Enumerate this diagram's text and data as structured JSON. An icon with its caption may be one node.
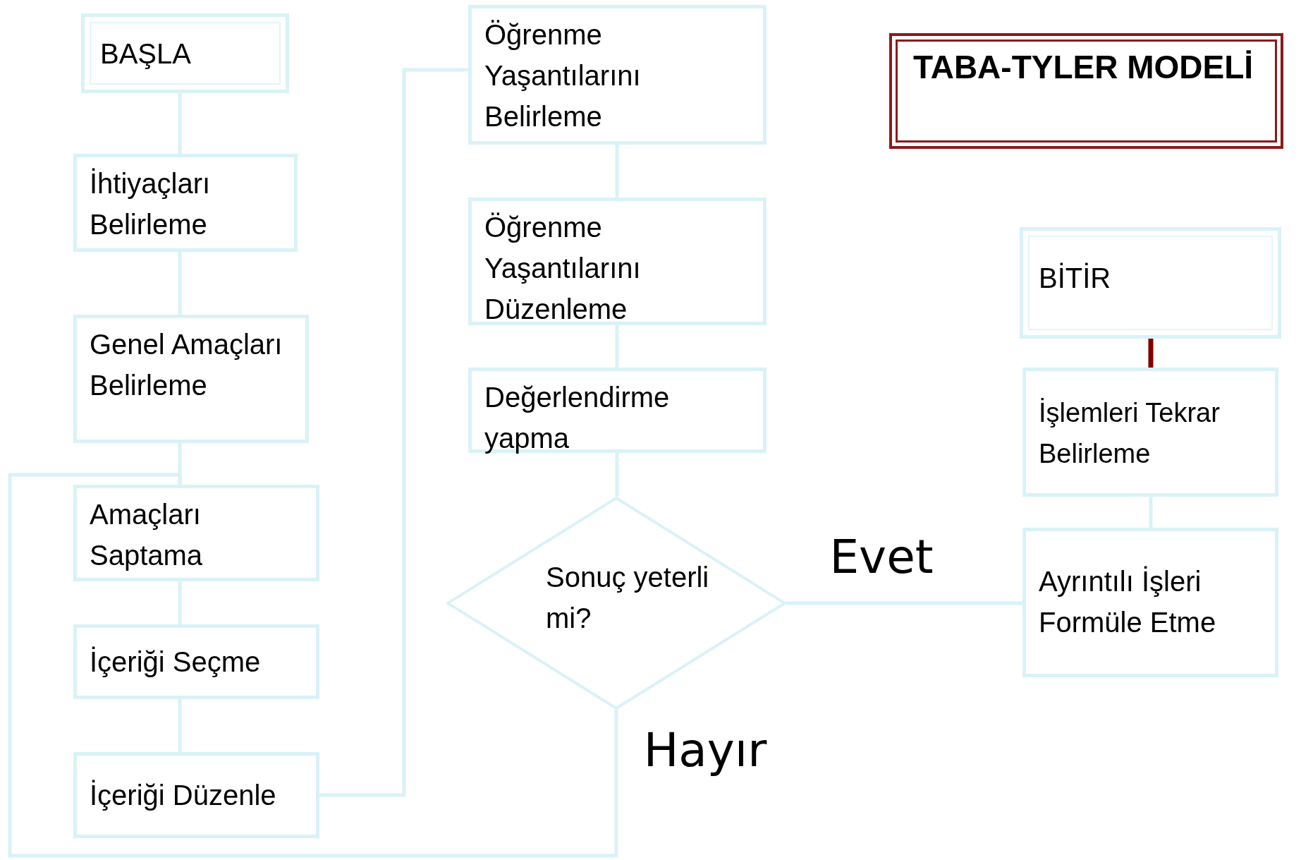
{
  "diagram": {
    "title": "TABA-TYLER MODELİ",
    "nodes": [
      {
        "text": [
          "BAŞLA"
        ]
      },
      {
        "text": [
          "İhtiyaçları Belirleme"
        ]
      },
      {
        "text": [
          "Genel Amaçları Belirleme"
        ]
      },
      {
        "text": [
          "Amaçları Saptama"
        ]
      },
      {
        "text": [
          "İçeriği Seçme"
        ]
      },
      {
        "text": [
          "İçeriği Düzenle"
        ]
      },
      {
        "text": [
          "Öğrenme Yaşantılarını Belirleme"
        ]
      },
      {
        "text": [
          "Öğrenme Yaşantılarını Düzenleme"
        ]
      },
      {
        "text": [
          "Değerlendirme yapma"
        ]
      },
      {
        "text": [
          "Sonuç yeterli mi?"
        ]
      },
      {
        "text": [
          "Ayrıntılı İşleri Formüle Etme"
        ]
      },
      {
        "text": [
          "İşlemleri Tekrar Belirleme"
        ]
      },
      {
        "text": [
          "BİTİR"
        ]
      }
    ],
    "edges": [
      {
        "from": 0,
        "to": 1,
        "arrow": "none"
      },
      {
        "from": 1,
        "to": 2,
        "arrow": "none"
      },
      {
        "from": 2,
        "to": 3,
        "arrow": "none"
      },
      {
        "from": 3,
        "to": 4,
        "arrow": "none"
      },
      {
        "from": 4,
        "to": 5,
        "arrow": "none"
      },
      {
        "from": 5,
        "to": 6,
        "arrow": "none"
      },
      {
        "from": 6,
        "to": 7,
        "arrow": "none"
      },
      {
        "from": 7,
        "to": 8,
        "arrow": "none"
      },
      {
        "from": 8,
        "to": 9,
        "arrow": "none"
      },
      {
        "from": 9,
        "to": 10,
        "arrow": "none",
        "label": "Evet"
      },
      {
        "from": 10,
        "to": 11,
        "arrow": "none"
      },
      {
        "from": 11,
        "to": 12,
        "arrow": "none",
        "color": "#800000"
      },
      {
        "from": 9,
        "to": 3,
        "arrow": "none",
        "label": "Hayır"
      }
    ]
  }
}
